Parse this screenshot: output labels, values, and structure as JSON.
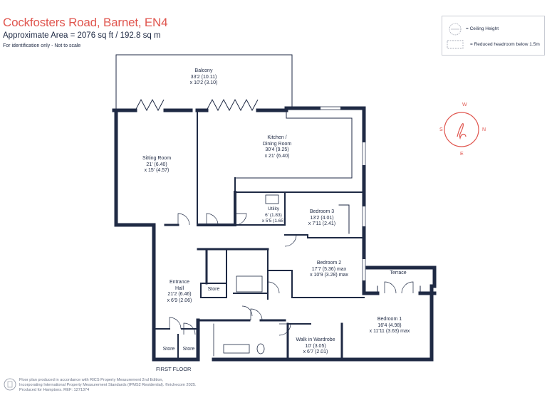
{
  "header": {
    "address": "Cockfosters Road, Barnet, EN4",
    "area": "Approximate Area = 2076 sq ft / 192.8 sq m",
    "identification": "For identification only - Not to scale"
  },
  "legend": {
    "ceiling_height_label": "= Ceiling Height",
    "reduced_headroom_label": "= Reduced headroom below 1.5m"
  },
  "compass": {
    "w": "W",
    "s": "S",
    "n": "N",
    "e": "E"
  },
  "rooms": {
    "balcony": {
      "name": "Balcony",
      "dim1": "33'2 (10.11)",
      "dim2": "x 10'2 (3.10)"
    },
    "sitting_room": {
      "name": "Sitting Room",
      "dim1": "21' (6.40)",
      "dim2": "x 15' (4.57)"
    },
    "kitchen": {
      "name1": "Kitchen /",
      "name2": "Dining Room",
      "dim1": "30'4 (9.25)",
      "dim2": "x 21' (6.40)"
    },
    "utility": {
      "name": "Utility",
      "dim1": "6' (1.83)",
      "dim2": "x 5'5 (1.65)"
    },
    "bedroom3": {
      "name": "Bedroom 3",
      "dim1": "13'2 (4.01)",
      "dim2": "x 7'11 (2.41)"
    },
    "bedroom2": {
      "name": "Bedroom 2",
      "dim1": "17'7 (5.36) max",
      "dim2": "x 10'9 (3.28) max"
    },
    "entrance_hall": {
      "name1": "Entrance",
      "name2": "Hall",
      "dim1": "21'2 (6.46)",
      "dim2": "x 6'9 (2.06)"
    },
    "store_hall": {
      "name": "Store"
    },
    "terrace": {
      "name": "Terrace"
    },
    "bedroom1": {
      "name": "Bedroom 1",
      "dim1": "16'4 (4.98)",
      "dim2": "x 11'11 (3.63) max"
    },
    "walk_in_wardrobe": {
      "name": "Walk in Wardrobe",
      "dim1": "10' (3.05)",
      "dim2": "x 6'7 (2.01)"
    },
    "store_left": {
      "name": "Store"
    },
    "store_right": {
      "name": "Store"
    }
  },
  "floor_label": "FIRST FLOOR",
  "footer": {
    "line1": "Floor plan produced in accordance with RICS Property Measurement 2nd Edition,",
    "line2": "Incorporating International Property Measurement Standards (IPMS2 Residential). ©nichecom 2025.",
    "line3": "Produced for Hamptons.  REF: 1271374"
  },
  "colors": {
    "wall": "#1f2a44",
    "accent": "#e0564f",
    "thin": "#6b7387"
  }
}
